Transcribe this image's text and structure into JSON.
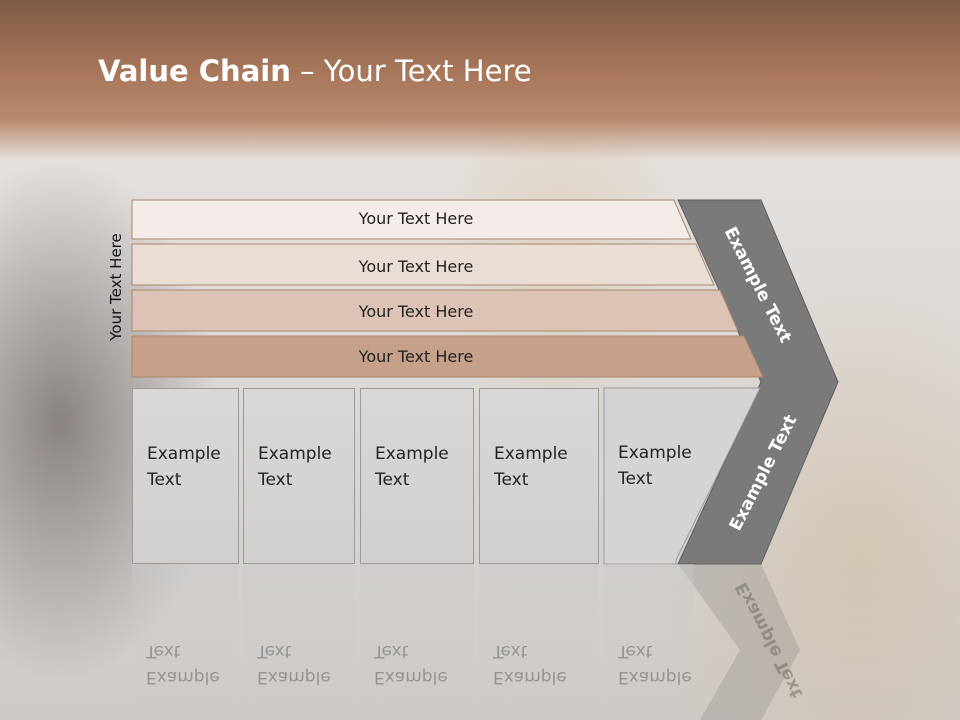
{
  "slide": {
    "title_bold": "Value Chain",
    "title_rest": " – Your Text Here",
    "side_label": "Your Text Here"
  },
  "rows": [
    {
      "label": "Your Text Here",
      "color": "#f3ece8"
    },
    {
      "label": "Your Text Here",
      "color": "#eaddd6"
    },
    {
      "label": "Your Text Here",
      "color": "#ddc3b5"
    },
    {
      "label": "Your Text Here",
      "color": "#c7a08a"
    }
  ],
  "boxes": [
    {
      "label": "Example\nText"
    },
    {
      "label": "Example\nText"
    },
    {
      "label": "Example\nText"
    },
    {
      "label": "Example\nText"
    },
    {
      "label": "Example\nText"
    }
  ],
  "chevron": {
    "upper_label": "Example Text",
    "lower_label": "Example Text",
    "color": "#7a7a7a"
  },
  "colors": {
    "header": "#a8775b",
    "box_fill": "#d6d6d6",
    "box_border": "#9a9a9a"
  }
}
